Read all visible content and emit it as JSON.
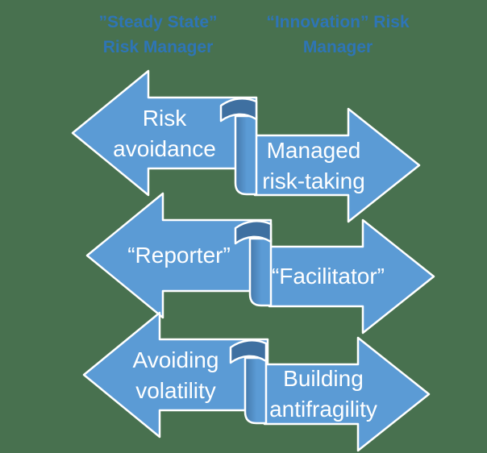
{
  "diagram_title": "Steady State vs Innovation Risk Manager comparison",
  "colors": {
    "background": "#48714f",
    "arrow_fill": "#5b9bd5",
    "curl_shadow": "#3f70a1",
    "arrow_border": "#ffffff",
    "header_text": "#2e75b6",
    "arrow_text": "#ffffff"
  },
  "headers": {
    "left": {
      "line1": "”Steady State”",
      "line2": "Risk Manager"
    },
    "right": {
      "line1": "“Innovation” Risk",
      "line2": "Manager"
    }
  },
  "rows": [
    {
      "left": {
        "line1": "Risk",
        "line2": "avoidance"
      },
      "right": {
        "line1": "Managed",
        "line2": "risk-taking"
      }
    },
    {
      "left": {
        "line1": "“Reporter”",
        "line2": ""
      },
      "right": {
        "line1": "“Facilitator”",
        "line2": ""
      }
    },
    {
      "left": {
        "line1": "Avoiding",
        "line2": "volatility"
      },
      "right": {
        "line1": "Building",
        "line2": "antifragility"
      }
    }
  ]
}
